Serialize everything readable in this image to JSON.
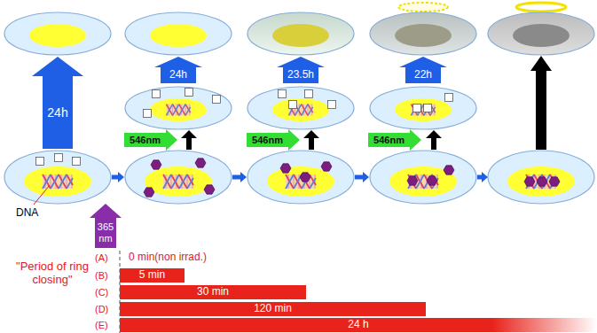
{
  "diagram": {
    "nodes": [
      {
        "text": [
          "24h"
        ]
      },
      {
        "text": [
          "24h"
        ]
      },
      {
        "text": [
          "23.5h"
        ]
      },
      {
        "text": [
          "22h"
        ]
      },
      {
        "text": [
          "546nm"
        ]
      },
      {
        "text": [
          "546nm"
        ]
      },
      {
        "text": [
          "546nm"
        ]
      },
      {
        "text": [
          "365 nm"
        ]
      },
      {
        "text": [
          "5 min"
        ]
      },
      {
        "text": [
          "30 min"
        ]
      },
      {
        "text": [
          "120 min"
        ]
      },
      {
        "text": [
          "24 h"
        ]
      }
    ],
    "labels": [
      "DNA",
      "(A)",
      "0 min(non irrad.)",
      "(B)",
      "(C)",
      "(D)",
      "(E)",
      "\"Period of ring closing\""
    ]
  }
}
